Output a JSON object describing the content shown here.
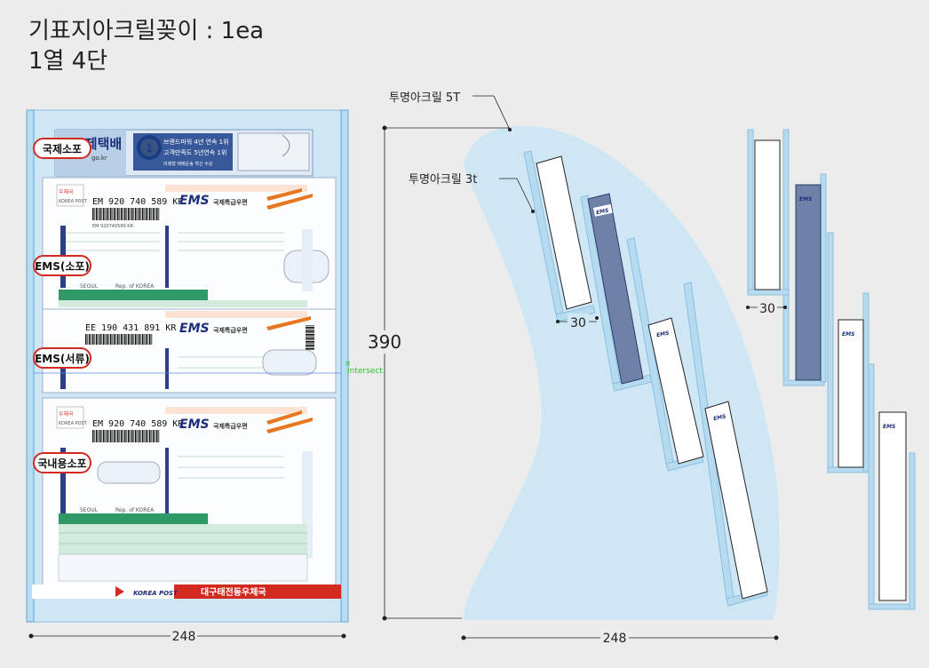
{
  "title": {
    "line1": "기표지아크릴꽂이 : 1ea",
    "line2": "1열 4단"
  },
  "front_view": {
    "labels": [
      "국제소포",
      "EMS(소포)",
      "EMS(서류)",
      "국내용소포"
    ],
    "width_dim": "248",
    "intersect_text": "Intersect",
    "forms": {
      "top_banner": {
        "name": "국제택배",
        "site": "go.kr",
        "badge_line1": "브랜드파워 4년 연속 1위",
        "badge_line2": "고객만족도 5년연속 1위",
        "badge_line3": "미래형 택배운송 혁신 수상"
      },
      "korea_post": "KOREA POST",
      "ems_mark": "EMS",
      "ems_korean": "국제특급우편",
      "number_1": "EM 920 740 589 KR",
      "number_2": "EE 190 431 891 KR",
      "number_3": "EM 920 740 589 KR",
      "seoul": "SEOUL",
      "rep_korea": "Rep. of KOREA",
      "footer_post": "KOREA POST",
      "footer_office": "대구태전동우체국"
    }
  },
  "side_view": {
    "callout_5t": "투명아크릴 5T",
    "callout_3t": "투명아크릴 3t",
    "height_dim": "390",
    "depth_dim": "30",
    "width_dim": "248",
    "tag": "EMS"
  },
  "side_view_2": {
    "depth_dim": "30",
    "tag": "EMS"
  },
  "colors": {
    "acrylic": "#cfe7f5",
    "acrylic_stroke": "#5fa8d8",
    "sheet": "#ffffff",
    "dark_sheet": "#6e82a8",
    "red": "#d32a20",
    "ems_blue": "#1a2c7a",
    "ems_orange": "#e87722"
  },
  "icons": [
    "korea-post-logo-icon",
    "ems-logo-icon",
    "barcode-icon",
    "badge-number-1-icon"
  ]
}
